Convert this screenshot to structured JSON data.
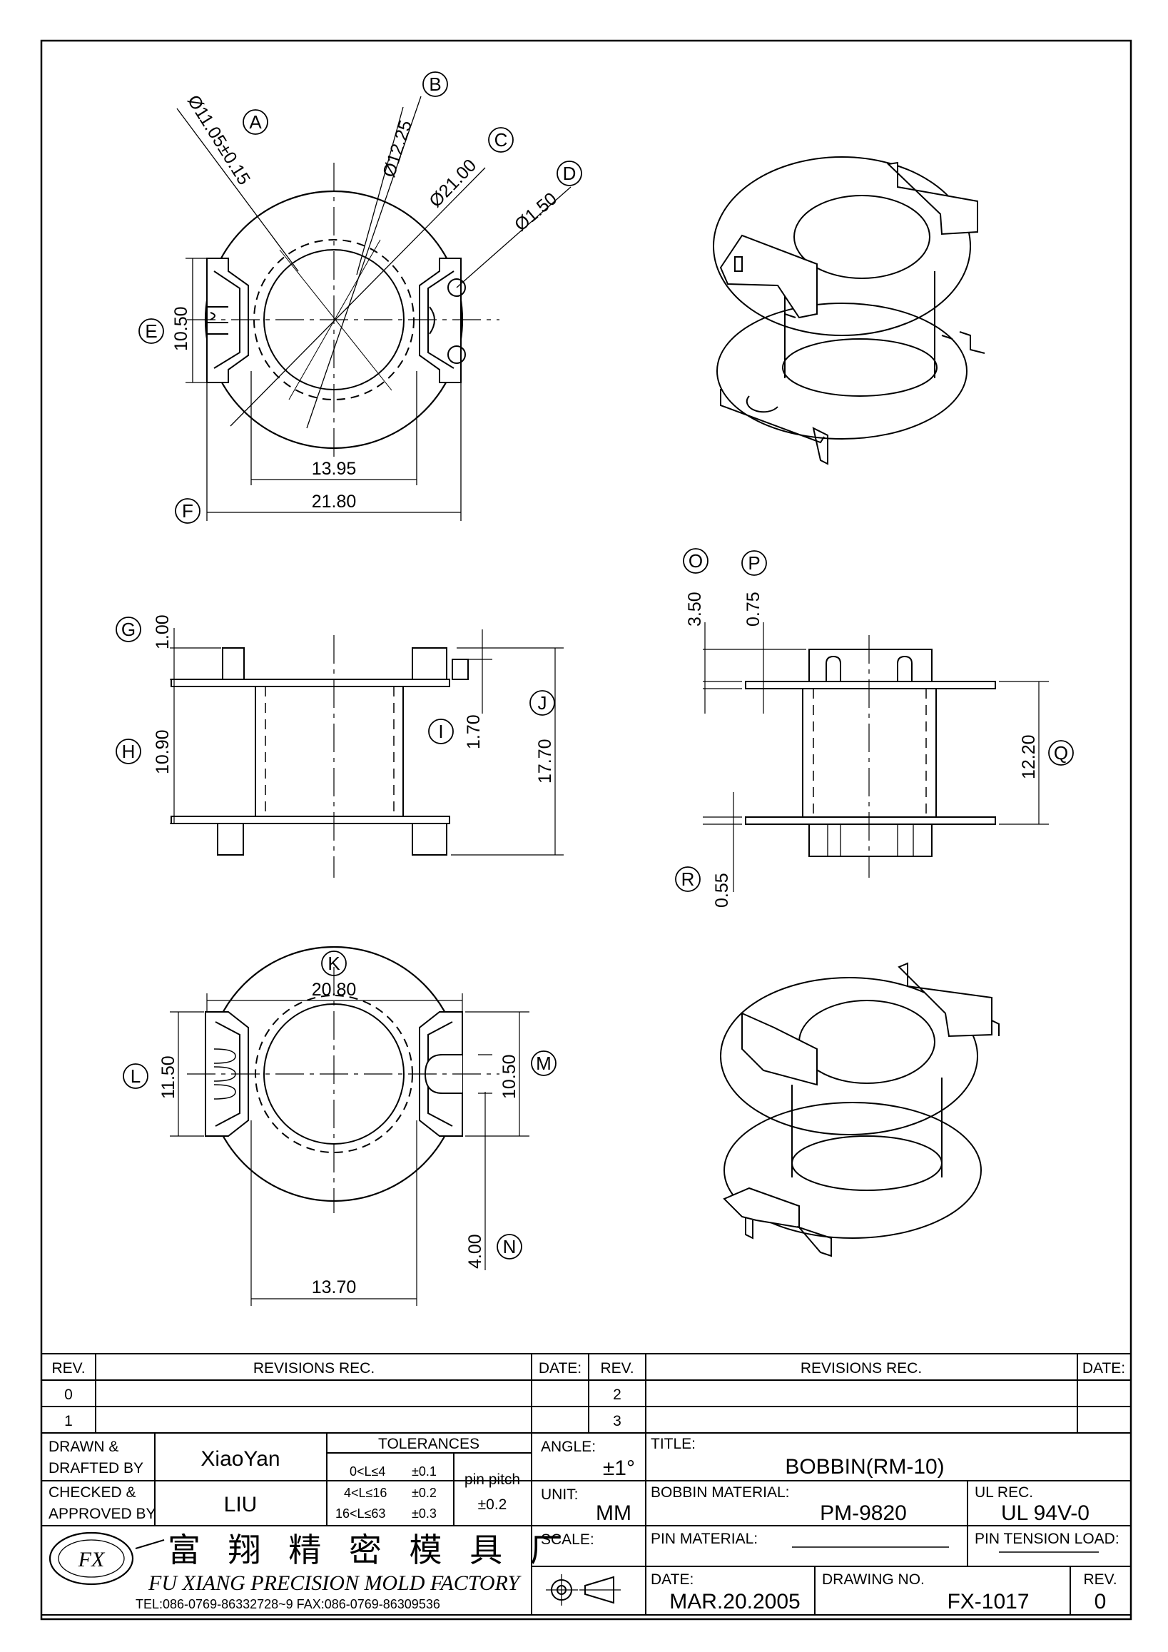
{
  "views": {
    "top_left": {
      "labels": [
        "A",
        "B",
        "C",
        "D",
        "E",
        "F"
      ],
      "dims": {
        "a": "Ø11.05±0.15",
        "b": "Ø12.25",
        "c": "Ø21.00",
        "d": "Ø1.50",
        "e": "10.50",
        "f_inner": "13.95",
        "f_outer": "21.80"
      }
    },
    "side_left": {
      "labels": [
        "G",
        "H",
        "I",
        "J"
      ],
      "dims": {
        "g": "1.00",
        "h": "10.90",
        "i": "1.70",
        "j": "17.70"
      }
    },
    "side_right": {
      "labels": [
        "O",
        "P",
        "Q",
        "R"
      ],
      "dims": {
        "o": "3.50",
        "p": "0.75",
        "q": "12.20",
        "r": "0.55"
      }
    },
    "bottom_left": {
      "labels": [
        "K",
        "L",
        "M",
        "N"
      ],
      "dims": {
        "k": "20.80",
        "l": "11.50",
        "m": "10.50",
        "n": "4.00",
        "bottom": "13.70"
      }
    }
  },
  "revisions": {
    "left": {
      "rev_header": "REV.",
      "rec_header": "REVISIONS   REC.",
      "date_header": "DATE:",
      "rows": [
        "0",
        "1"
      ]
    },
    "right": {
      "rev_header": "REV.",
      "rec_header": "REVISIONS   REC.",
      "date_header": "DATE:",
      "rows": [
        "2",
        "3"
      ]
    }
  },
  "title_block": {
    "drawn_label": "DRAWN &\nDRAFTED BY",
    "drawn_line1": "DRAWN  &",
    "drawn_line2": "DRAFTED BY",
    "drawn_by": "XiaoYan",
    "checked_line1": "CHECKED &",
    "checked_line2": "APPROVED BY",
    "checked_by": "LIU",
    "tolerances_label": "TOLERANCES",
    "tol_rows": [
      {
        "range": "0<L≤4",
        "value": "±0.1"
      },
      {
        "range": "4<L≤16",
        "value": "±0.2"
      },
      {
        "range": "16<L≤63",
        "value": "±0.3"
      }
    ],
    "pin_pitch_label": "pin  pitch",
    "pin_pitch_value": "±0.2",
    "angle_label": "ANGLE:",
    "angle_value": "±1°",
    "unit_label": "UNIT:",
    "unit_value": "MM",
    "scale_label": "SCALE:",
    "title_label": "TITLE:",
    "title_value": "BOBBIN(RM-10)",
    "bobbin_material_label": "BOBBIN  MATERIAL:",
    "bobbin_material_value": "PM-9820",
    "ul_rec_label": "UL REC.",
    "ul_rec_value": "UL  94V-0",
    "pin_material_label": "PIN  MATERIAL:",
    "pin_tension_label": "PIN  TENSION  LOAD:",
    "date_label": "DATE:",
    "date_value": "MAR.20.2005",
    "drawing_no_label": "DRAWING NO.",
    "drawing_no_value": "FX-1017",
    "rev_label": "REV.",
    "rev_value": "0",
    "company_cn": "富 翔 精 密 模 具 厂",
    "company_en": "FU XIANG PRECISION MOLD FACTORY",
    "contact": "TEL:086-0769-86332728~9   FAX:086-0769-86309536",
    "logo_text": "FX"
  }
}
